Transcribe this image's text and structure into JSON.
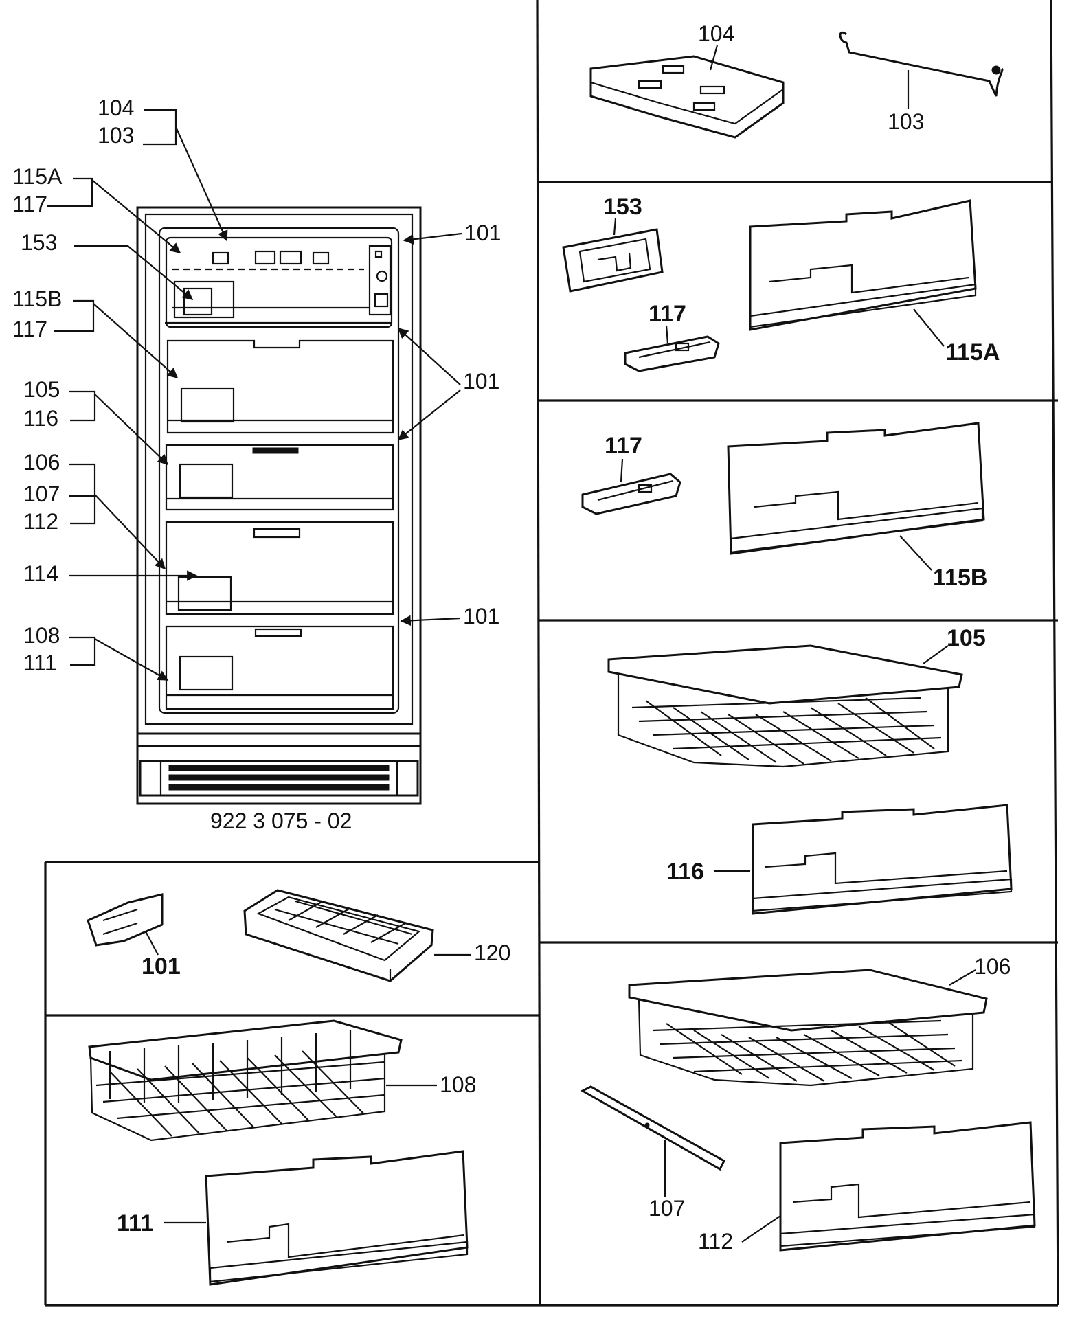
{
  "main_view": {
    "labels": {
      "l104": "104",
      "l103": "103",
      "l115a": "115A",
      "l117a": "117",
      "l153": "153",
      "l115b": "115B",
      "l117b": "117",
      "l105": "105",
      "l116": "116",
      "l106": "106",
      "l107": "107",
      "l112": "112",
      "l114": "114",
      "l108": "108",
      "l111": "111",
      "r101a": "101",
      "r101b": "101",
      "r101c": "101"
    },
    "drawing_number": "922 3 075 - 02"
  },
  "panels": {
    "p1": {
      "a": "104",
      "b": "103"
    },
    "p2": {
      "a": "153",
      "b": "117",
      "c": "115A"
    },
    "p3": {
      "a": "117",
      "b": "115B"
    },
    "p4": {
      "a": "105",
      "b": "116"
    },
    "p5": {
      "a": "106",
      "b": "107",
      "c": "112"
    },
    "p6": {
      "a": "101",
      "b": "120"
    },
    "p7": {
      "a": "108",
      "b": "111"
    }
  }
}
